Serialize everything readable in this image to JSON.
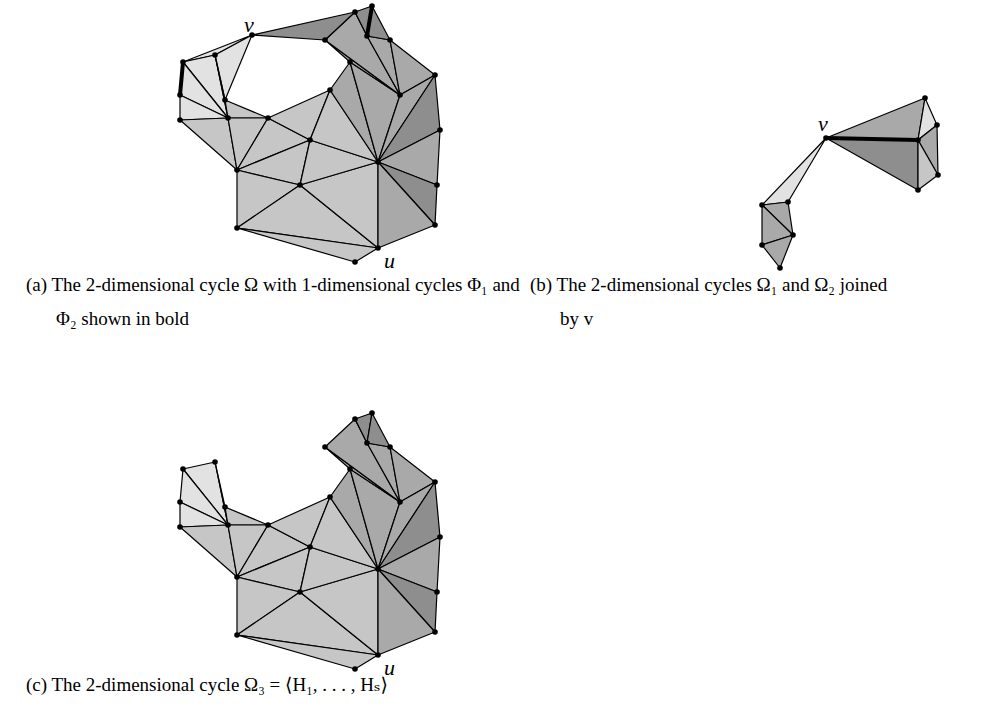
{
  "diagram": {
    "labels": [
      "v",
      "u",
      "(a) The 2-dimensional cycle Ω with 1-dimensional cycles Φ₁ and Φ₂ shown in bold",
      "v",
      "(b) The 2-dimensional cycles Ω₁ and Ω₂ joined by v",
      "u",
      "(c) The 2-dimensional cycle Ω₃ = ⟨H₁, . . . , Hₛ⟩"
    ]
  }
}
